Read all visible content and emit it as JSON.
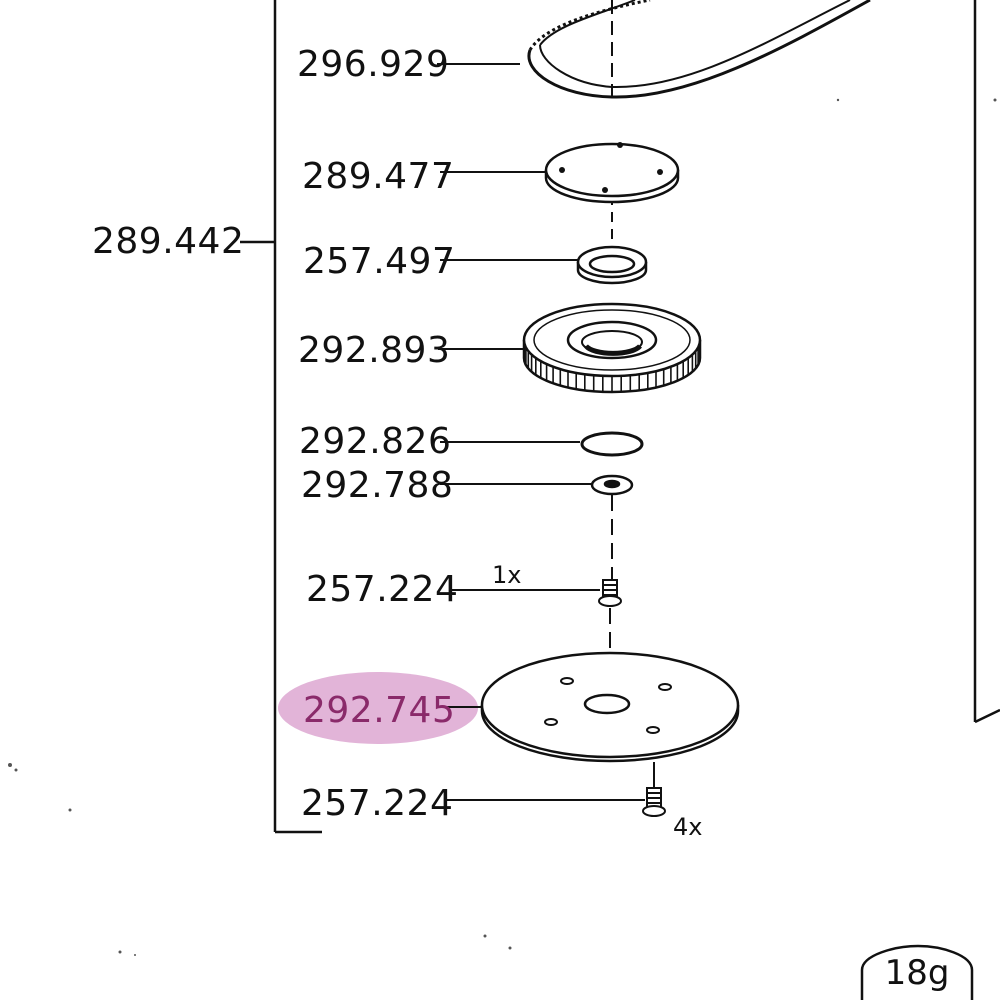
{
  "assembly": {
    "number": "289.442"
  },
  "parts": [
    {
      "number": "296.929",
      "part": "timing-belt"
    },
    {
      "number": "289.477",
      "part": "cover-disc"
    },
    {
      "number": "257.497",
      "part": "bearing"
    },
    {
      "number": "292.893",
      "part": "pulley"
    },
    {
      "number": "292.826",
      "part": "o-ring"
    },
    {
      "number": "292.788",
      "part": "washer"
    },
    {
      "number": "257.224",
      "part": "screw",
      "qty": "1x"
    },
    {
      "number": "292.745",
      "part": "base-disc",
      "highlighted": true
    },
    {
      "number": "257.224",
      "part": "screw",
      "qty": "4x"
    }
  ],
  "page_badge": "18g",
  "colors": {
    "highlight": "#e2b4d8",
    "ink": "#111111",
    "highlight_text": "#8a2a6a"
  }
}
